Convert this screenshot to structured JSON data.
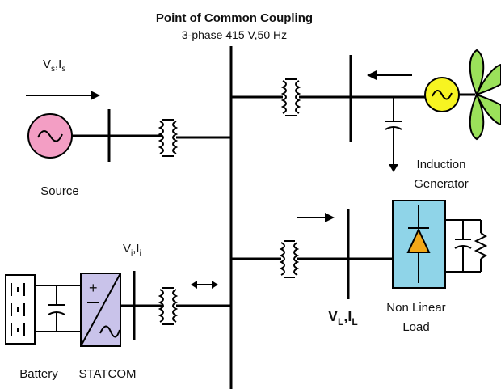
{
  "title": "Point of Common Coupling",
  "subtitle": "3-phase 415 V,50 Hz",
  "labels": {
    "source_vi": "Vs,Is",
    "source": "Source",
    "statcom_vi": "Vi,Ii",
    "battery": "Battery",
    "statcom": "STATCOM",
    "load_vi": "VL,IL",
    "nonlinear_load_line1": "Non Linear",
    "nonlinear_load_line2": "Load",
    "generator_line1": "Induction",
    "generator_line2": "Generator"
  },
  "colors": {
    "source_fill": "#f39ec4",
    "generator_fill": "#f7f421",
    "fan_blades": "#9be15a",
    "statcom_fill": "#c9c3ea",
    "load_fill": "#8fd4e8",
    "diode_fill": "#f2a818"
  }
}
